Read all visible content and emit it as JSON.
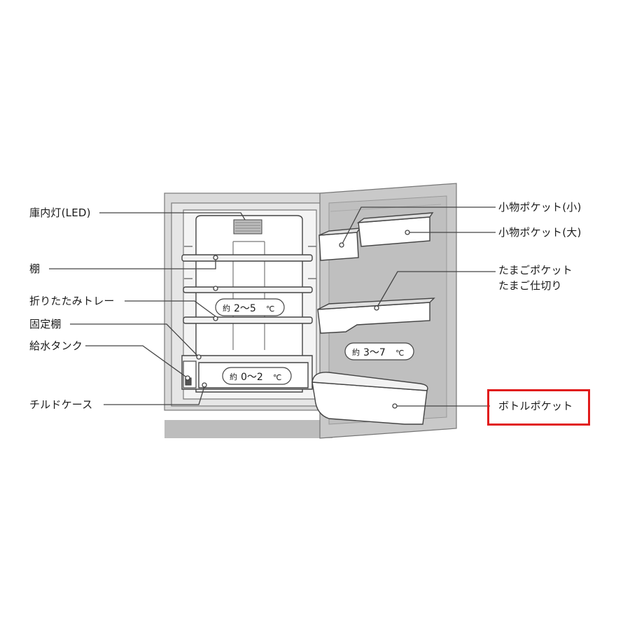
{
  "labels_left": {
    "light": "庫内灯(LED)",
    "shelf": "棚",
    "folding_tray": "折りたたみトレー",
    "fixed_shelf": "固定棚",
    "water_tank": "給水タンク",
    "chilled_case": "チルドケース"
  },
  "labels_right": {
    "small_pocket_small": "小物ポケット(小)",
    "small_pocket_large": "小物ポケット(大)",
    "egg_pocket": "たまごポケット",
    "egg_divider": "たまご仕切り",
    "bottle_pocket": "ボトルポケット"
  },
  "temperatures": {
    "main": {
      "prefix": "約",
      "range": "2〜5",
      "unit": "℃"
    },
    "chilled": {
      "prefix": "約",
      "range": "0〜2",
      "unit": "℃"
    },
    "door": {
      "prefix": "約",
      "range": "3〜7",
      "unit": "℃"
    }
  },
  "colors": {
    "outline": "#555555",
    "fridge_body": "#d8d8d8",
    "door_fill": "#c9c9c9",
    "interior": "#ffffff",
    "highlight": "#e11b1b"
  }
}
